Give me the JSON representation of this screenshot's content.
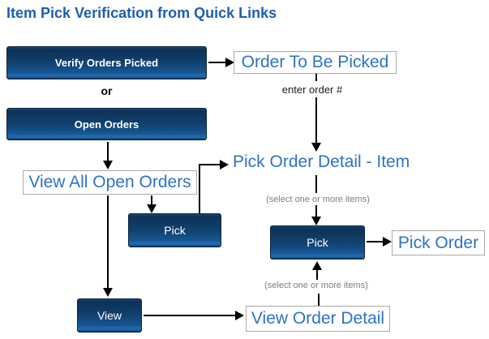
{
  "header": {
    "title": "Item Pick Verification from Quick Links"
  },
  "colors": {
    "title_blue": "#1c5fb0",
    "link_blue": "#2e73c3",
    "button_gradient_top": "#0d3156",
    "button_gradient_bottom": "#1f66ab",
    "button_text": "#ffffff",
    "note_gray": "#7f7f7f",
    "connector_black": "#000000",
    "box_border_gray": "#a9a9a9"
  },
  "flowchart": {
    "buttons": {
      "verify_orders_picked": "Verify Orders Picked",
      "open_orders": "Open Orders",
      "pick_left": "Pick",
      "pick_right": "Pick",
      "view": "View"
    },
    "links": {
      "order_to_be_picked": "Order To Be Picked",
      "view_all_open_orders": "View All Open Orders",
      "pick_order_detail_item": "Pick Order Detail - Item",
      "pick_order": "Pick Order",
      "view_order_detail": "View Order Detail"
    },
    "labels": {
      "or": "or",
      "enter_order": "enter order #",
      "select_items_top": "(select one or more items)",
      "select_items_bottom": "(select one or more items)"
    }
  }
}
